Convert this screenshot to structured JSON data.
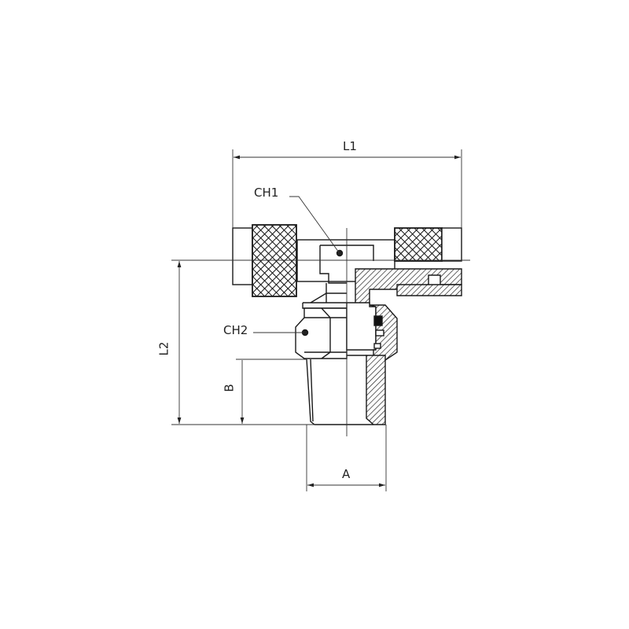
{
  "drawing": {
    "title": "Tee fitting with knurled nuts and male thread — dimensioned technical drawing",
    "dimensions": {
      "L1": "L1",
      "L2": "L2",
      "A": "A",
      "B": "B",
      "CH1": "CH1",
      "CH2": "CH2"
    },
    "colors": {
      "line": "#1a1a1a",
      "background": "#ffffff"
    }
  }
}
